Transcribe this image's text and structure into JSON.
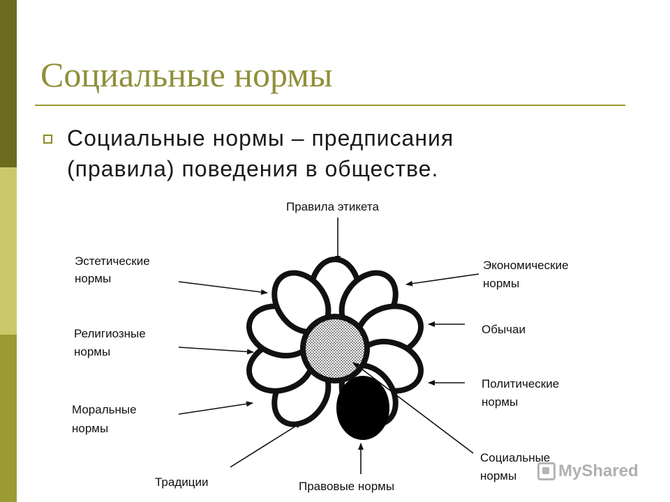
{
  "slide": {
    "title": "Социальные нормы",
    "bullet_line1": "Социальные нормы – предписания",
    "bullet_line2": "(правила) поведения в обществе."
  },
  "diagram": {
    "labels": {
      "etiquette": "Правила этикета",
      "aesthetic_l1": "Эстетические",
      "aesthetic_l2": "нормы",
      "religious_l1": "Религиозные",
      "religious_l2": "нормы",
      "moral_l1": "Моральные",
      "moral_l2": "нормы",
      "traditions": "Традиции",
      "legal": "Правовые нормы",
      "social_l1": "Социальные",
      "social_l2": "нормы",
      "political_l1": "Политические",
      "political_l2": "нормы",
      "customs": "Обычаи",
      "economic_l1": "Экономические",
      "economic_l2": "нормы"
    }
  },
  "watermark": {
    "text": "MyShared"
  },
  "colors": {
    "sidebar_dark": "#6b6b1e",
    "sidebar_light": "#c9c96a",
    "sidebar_mid": "#9b9b33",
    "title": "#8f8f3a",
    "rule": "#9a9a2e"
  }
}
